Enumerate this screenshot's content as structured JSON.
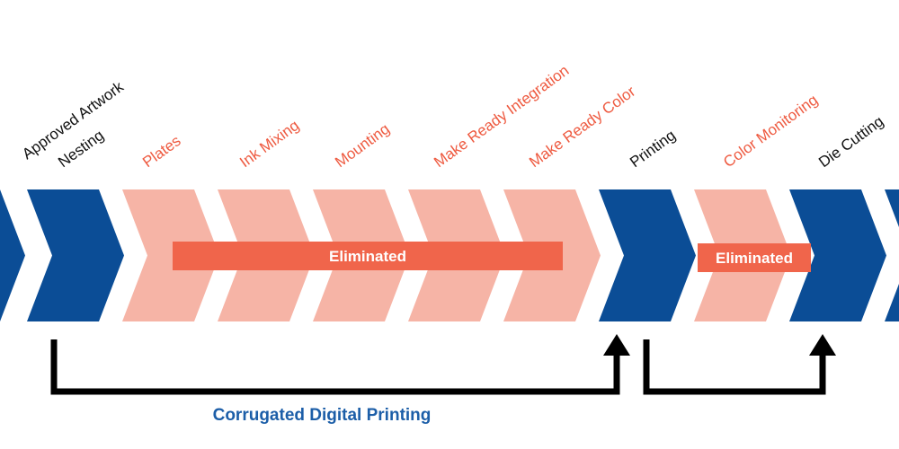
{
  "colors": {
    "active": "#0b4d96",
    "eliminated": "#f6b4a6",
    "bar": "#f0654b",
    "active_text": "#111111",
    "eliminated_text": "#ee5a40",
    "caption": "#1c5ea8",
    "bracket": "#000000"
  },
  "steps": [
    {
      "label": "Approved Artwork",
      "status": "active"
    },
    {
      "label": "Nesting",
      "status": "active"
    },
    {
      "label": "Plates",
      "status": "eliminated"
    },
    {
      "label": "Ink Mixing",
      "status": "eliminated"
    },
    {
      "label": "Mounting",
      "status": "eliminated"
    },
    {
      "label": "Make Ready Integration",
      "status": "eliminated"
    },
    {
      "label": "Make Ready Color",
      "status": "eliminated"
    },
    {
      "label": "Printing",
      "status": "active"
    },
    {
      "label": "Color Monitoring",
      "status": "eliminated"
    },
    {
      "label": "Die Cutting",
      "status": "active"
    },
    {
      "label": "",
      "status": "active"
    }
  ],
  "eliminated_bars": [
    {
      "text": "Eliminated"
    },
    {
      "text": "Eliminated"
    }
  ],
  "caption": "Corrugated Digital Printing"
}
